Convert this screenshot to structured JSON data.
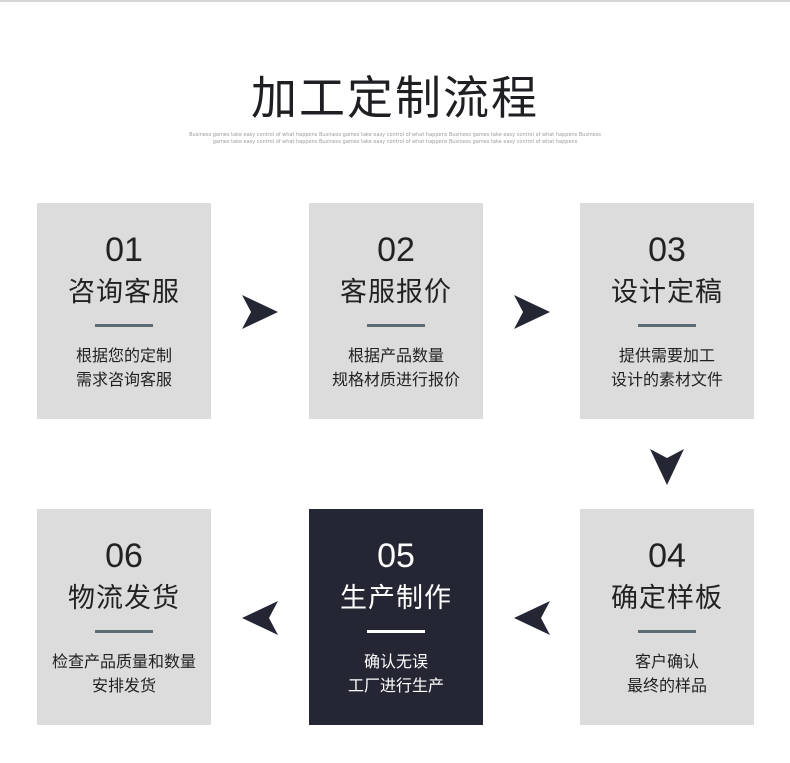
{
  "header": {
    "title": "加工定制流程",
    "subtitle": "Business games take easy control of what happens Business games take easy control of what happens Business games take easy control of what happens Business games take easy control of what happens Business games take easy control of what happens Business games take easy control of what happens"
  },
  "steps": [
    {
      "number": "01",
      "name": "咨询客服",
      "desc_line1": "根据您的定制",
      "desc_line2": "需求咨询客服"
    },
    {
      "number": "02",
      "name": "客服报价",
      "desc_line1": "根据产品数量",
      "desc_line2": "规格材质进行报价"
    },
    {
      "number": "03",
      "name": "设计定稿",
      "desc_line1": "提供需要加工",
      "desc_line2": "设计的素材文件"
    },
    {
      "number": "04",
      "name": "确定样板",
      "desc_line1": "客户确认",
      "desc_line2": "最终的样品"
    },
    {
      "number": "05",
      "name": "生产制作",
      "desc_line1": "确认无误",
      "desc_line2": "工厂进行生产"
    },
    {
      "number": "06",
      "name": "物流发货",
      "desc_line1": "检查产品质量和数量",
      "desc_line2": "安排发货"
    }
  ],
  "colors": {
    "card_bg": "#dcdcdc",
    "active_card_bg": "#242633",
    "arrow": "#242633",
    "rule": "#5d6b72"
  },
  "icons": {
    "arrow_right": "arrow-right-icon",
    "arrow_down": "arrow-down-icon",
    "arrow_left": "arrow-left-icon"
  }
}
